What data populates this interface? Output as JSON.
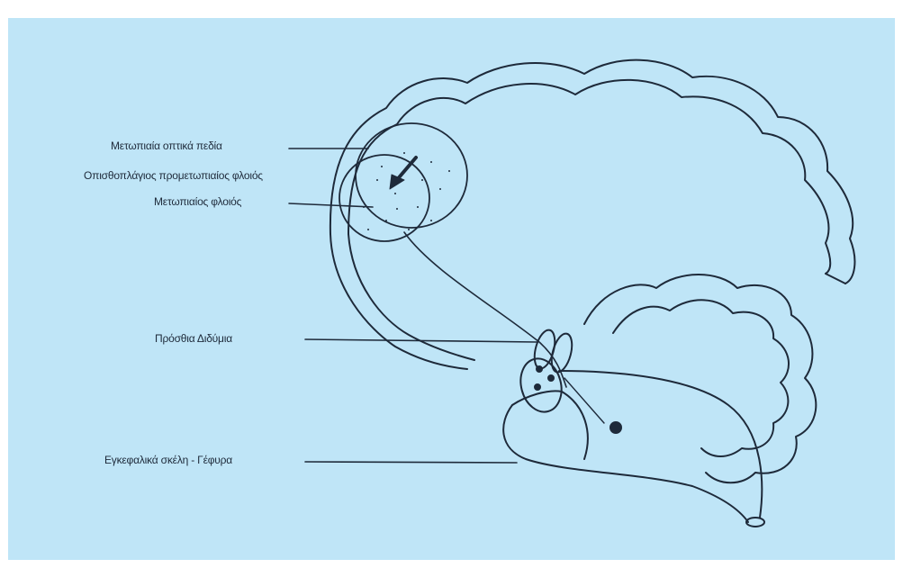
{
  "labels": {
    "frontal_eye_fields": "Μετωπιαία οπτικά πεδία",
    "dorsolateral_prefrontal": "Οπισθοπλάγιος προμετωπιαίος φλοιός",
    "frontal_cortex": "Μετωπιαίος φλοιός",
    "anterior_thalamus": "Πρόσθια Διδύμια",
    "cerebral_peduncles_pons": "Εγκεφαλικά σκέλη - Γέφυρα"
  },
  "colors": {
    "background": "#bfe5f7",
    "ink": "#1e2a3a"
  },
  "icons": {
    "arrow": "bold-arrow-down-left"
  }
}
